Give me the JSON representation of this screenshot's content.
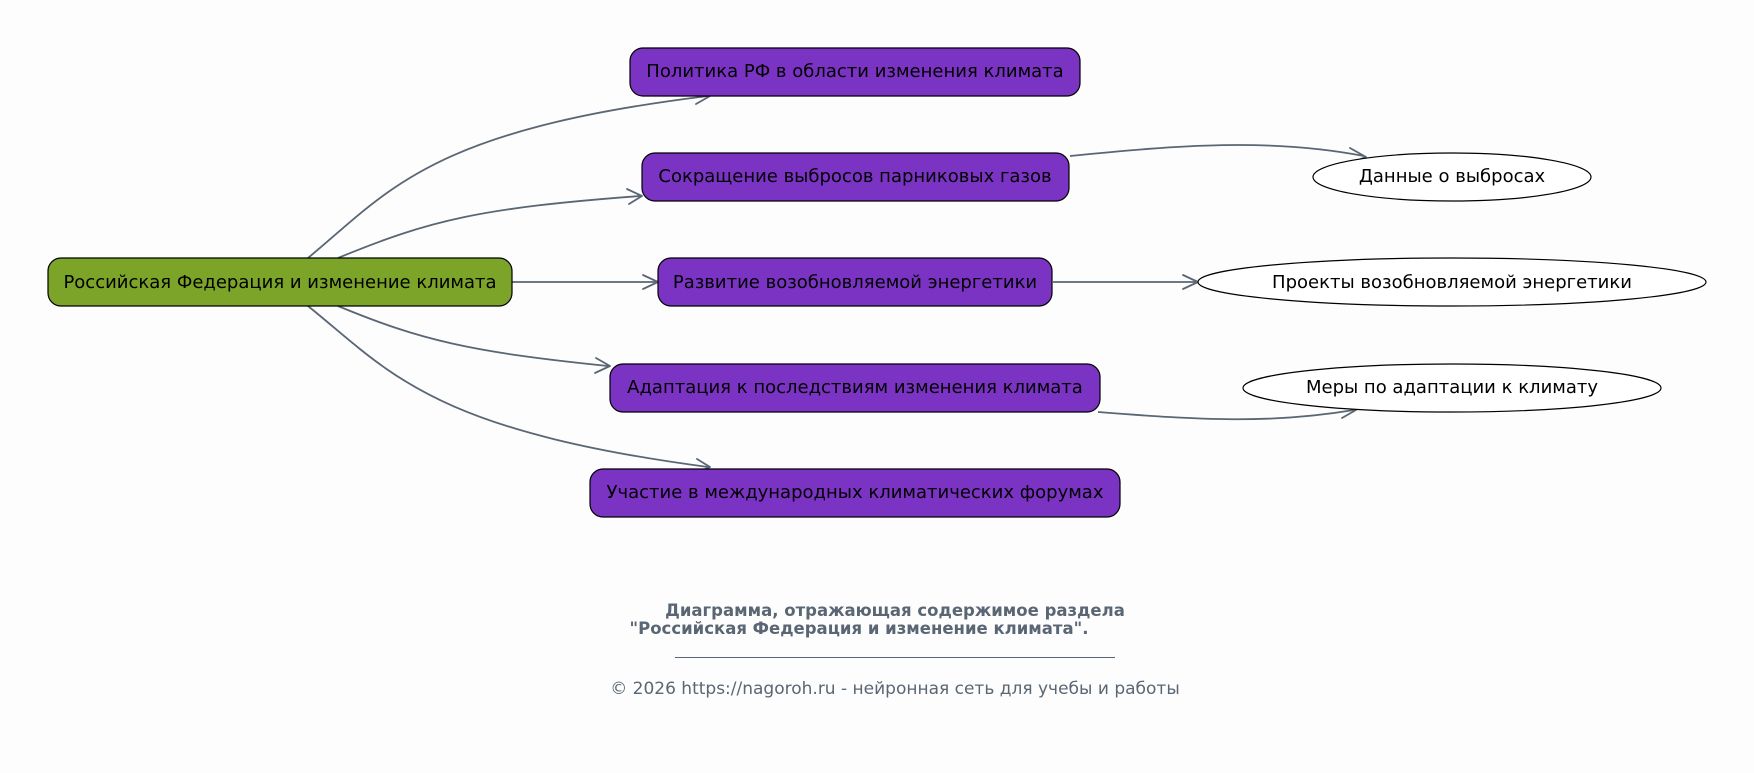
{
  "diagram": {
    "root": {
      "label": "Российская Федерация и изменение климата",
      "color": "#7ba428"
    },
    "topics": [
      {
        "label": "Политика РФ в области изменения климата",
        "color": "#7b33c4"
      },
      {
        "label": "Сокращение выбросов парниковых газов",
        "color": "#7b33c4"
      },
      {
        "label": "Развитие возобновляемой энергетики",
        "color": "#7b33c4"
      },
      {
        "label": "Адаптация к последствиям изменения климата",
        "color": "#7b33c4"
      },
      {
        "label": "Участие в международных климатических форумах",
        "color": "#7b33c4"
      }
    ],
    "details": [
      {
        "label": "Данные о выбросах",
        "parent": 1
      },
      {
        "label": "Проекты возобновляемой энергетики",
        "parent": 2
      },
      {
        "label": "Меры по адаптации к климату",
        "parent": 3
      }
    ],
    "edge_color": "#5a6673"
  },
  "caption": {
    "line1": "Диаграмма, отражающая содержимое раздела",
    "line2": "\"Российская Федерация и изменение климата\"."
  },
  "footer": {
    "copyright": "© 2026 https://nagoroh.ru - нейронная сеть для учебы и работы"
  }
}
